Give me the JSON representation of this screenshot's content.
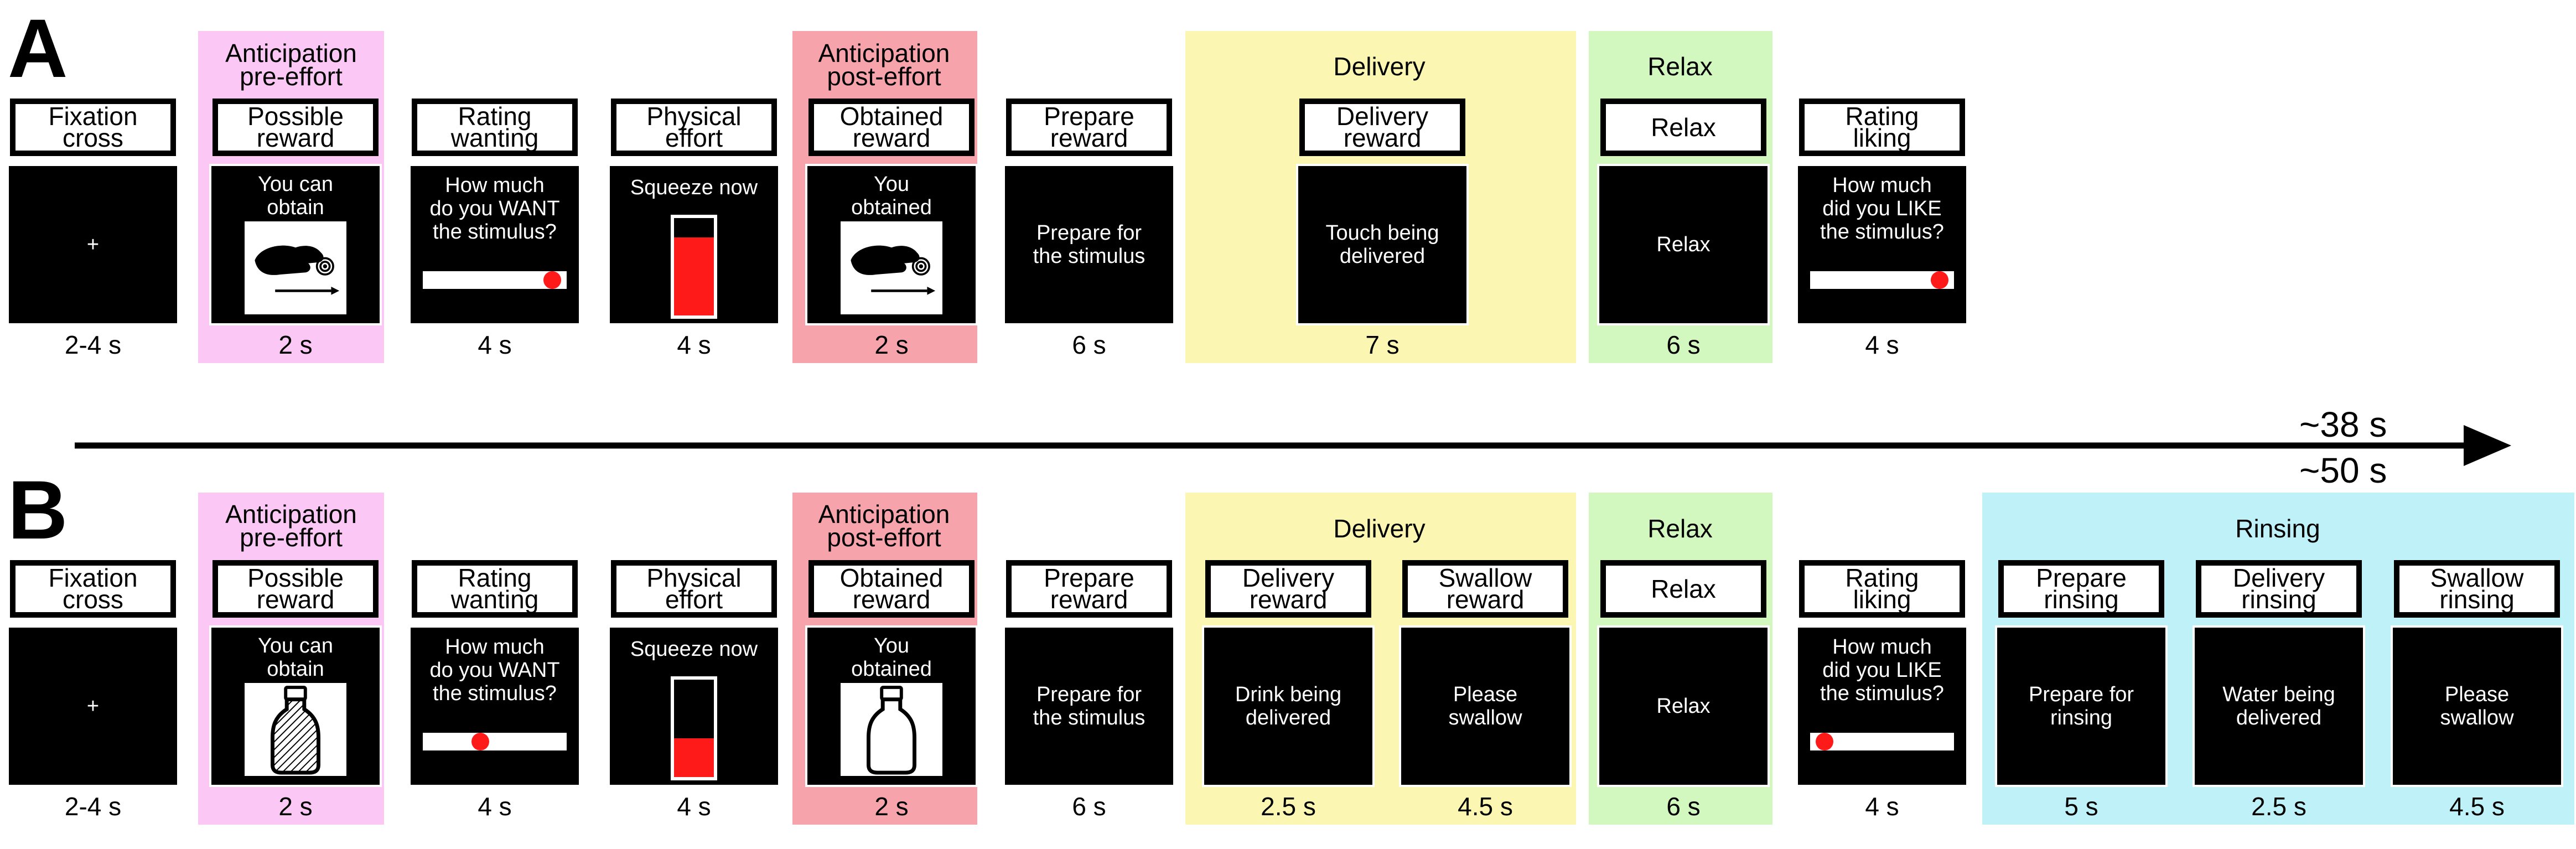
{
  "colors": {
    "pink": "#fbc8f6",
    "red": "#f7a3ac",
    "yellow": "#fbf7b2",
    "green": "#d2f7bf",
    "cyan": "#bff1f8",
    "slider_dot": "#ff1a1a",
    "effort_fill": "#ff1a1a"
  },
  "panel_a": {
    "letter": "A",
    "groups": {
      "anticipation_pre": "Anticipation\npre-effort",
      "anticipation_post": "Anticipation\npost-effort",
      "delivery": "Delivery",
      "relax": "Relax"
    },
    "steps": [
      {
        "label": "Fixation\ncross",
        "screen": "+",
        "duration": "2-4 s"
      },
      {
        "label": "Possible\nreward",
        "screen": "You can\nobtain",
        "icon": "hand-touch-icon",
        "duration": "2 s"
      },
      {
        "label": "Rating\nwanting",
        "screen": "How much\ndo you WANT\nthe stimulus?",
        "slider_value": 0.9,
        "duration": "4 s"
      },
      {
        "label": "Physical\neffort",
        "screen": "Squeeze now",
        "effort_level": 0.8,
        "duration": "4 s"
      },
      {
        "label": "Obtained\nreward",
        "screen": "You\nobtained",
        "icon": "hand-touch-icon",
        "duration": "2 s"
      },
      {
        "label": "Prepare\nreward",
        "screen": "Prepare for\nthe stimulus",
        "duration": "6 s"
      },
      {
        "label": "Delivery\nreward",
        "screen": "Touch being\ndelivered",
        "duration": "7 s"
      },
      {
        "label": "Relax",
        "screen": "Relax",
        "duration": "6 s"
      },
      {
        "label": "Rating\nliking",
        "screen": "How much\ndid you LIKE\nthe stimulus?",
        "slider_value": 0.9,
        "duration": "4 s"
      }
    ]
  },
  "timeline": {
    "label_a": "~38 s",
    "label_b": "~50 s"
  },
  "panel_b": {
    "letter": "B",
    "groups": {
      "anticipation_pre": "Anticipation\npre-effort",
      "anticipation_post": "Anticipation\npost-effort",
      "delivery": "Delivery",
      "relax": "Relax",
      "rinsing": "Rinsing"
    },
    "steps": [
      {
        "label": "Fixation\ncross",
        "screen": "+",
        "duration": "2-4 s"
      },
      {
        "label": "Possible\nreward",
        "screen": "You can\nobtain",
        "icon": "bottle-hatched-icon",
        "duration": "2 s"
      },
      {
        "label": "Rating\nwanting",
        "screen": "How much\ndo you WANT\nthe stimulus?",
        "slider_value": 0.4,
        "duration": "4 s"
      },
      {
        "label": "Physical\neffort",
        "screen": "Squeeze now",
        "effort_level": 0.4,
        "duration": "4 s"
      },
      {
        "label": "Obtained\nreward",
        "screen": "You\nobtained",
        "icon": "bottle-empty-icon",
        "duration": "2 s"
      },
      {
        "label": "Prepare\nreward",
        "screen": "Prepare for\nthe stimulus",
        "duration": "6 s"
      },
      {
        "label": "Delivery\nreward",
        "screen": "Drink being\ndelivered",
        "duration": "2.5 s"
      },
      {
        "label": "Swallow\nreward",
        "screen": "Please\nswallow",
        "duration": "4.5 s"
      },
      {
        "label": "Relax",
        "screen": "Relax",
        "duration": "6 s"
      },
      {
        "label": "Rating\nliking",
        "screen": "How much\ndid you LIKE\nthe stimulus?",
        "slider_value": 0.1,
        "duration": "4 s"
      },
      {
        "label": "Prepare\nrinsing",
        "screen": "Prepare for\nrinsing",
        "duration": "5 s"
      },
      {
        "label": "Delivery\nrinsing",
        "screen": "Water being\ndelivered",
        "duration": "2.5 s"
      },
      {
        "label": "Swallow\nrinsing",
        "screen": "Please\nswallow",
        "duration": "4.5 s"
      }
    ]
  }
}
